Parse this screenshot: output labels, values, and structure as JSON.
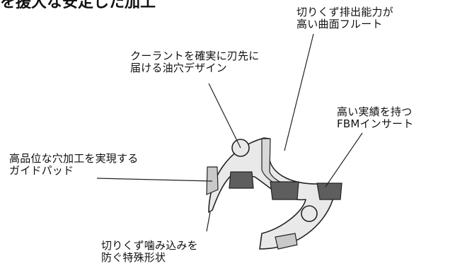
{
  "title": "を援大な安定した加工",
  "labels": {
    "flute": {
      "line1": "切りくず排出能力が",
      "line2": "高い曲面フルート"
    },
    "coolant": {
      "line1": "クーラントを確実に刃先に",
      "line2": "届ける油穴デザイン"
    },
    "insert": {
      "line1": "高い実績を持つ",
      "line2": "FBMインサート"
    },
    "guide_pad": {
      "line1": "高品位な穴加工を実現する",
      "line2": "ガイドパッド"
    },
    "shape": {
      "line1": "切りくず噛み込みを",
      "line2": "防ぐ特殊形状"
    }
  },
  "colors": {
    "body_fill": "#e9e9e9",
    "outline": "#222222",
    "insert_fill": "#5e5e5e",
    "pad_fill": "#c9c9c9"
  }
}
